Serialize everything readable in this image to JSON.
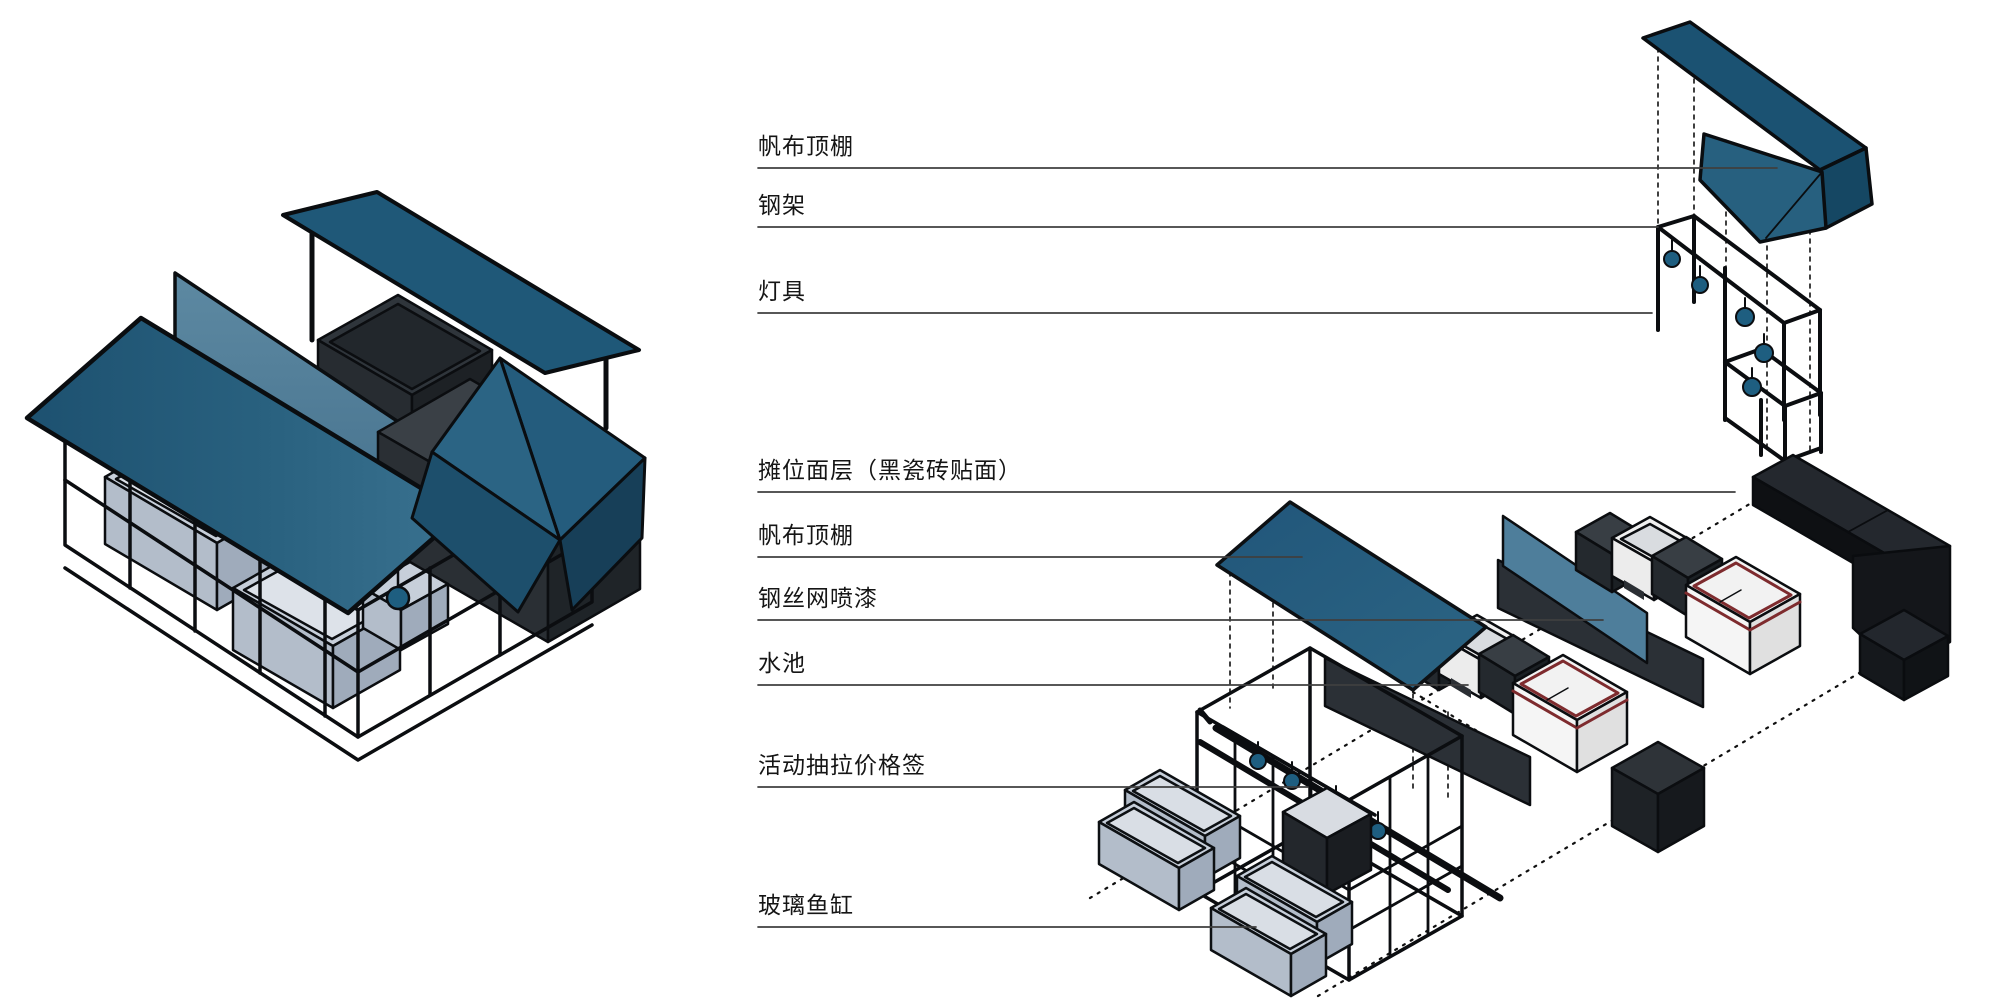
{
  "diagram": {
    "kind": "exploded-axonometric-diagram",
    "subject": "market fish stall components",
    "background": "#ffffff"
  },
  "labels": [
    {
      "id": "canvas-roof-top",
      "text": "帆布顶棚"
    },
    {
      "id": "steel-frame",
      "text": "钢架"
    },
    {
      "id": "lamps",
      "text": "灯具"
    },
    {
      "id": "stall-surface",
      "text": "摊位面层（黑瓷砖贴面）"
    },
    {
      "id": "canvas-roof-2",
      "text": "帆布顶棚"
    },
    {
      "id": "wire-mesh-paint",
      "text": "钢丝网喷漆"
    },
    {
      "id": "sink",
      "text": "水池"
    },
    {
      "id": "price-tag",
      "text": "活动抽拉价格签"
    },
    {
      "id": "glass-fish-tank",
      "text": "玻璃鱼缸"
    }
  ],
  "colors": {
    "canvas_blue_dark": "#1b5272",
    "canvas_blue": "#26607f",
    "mesh_blue": "#54809a",
    "steel_black": "#0b0d10",
    "panel_dark": "#2b3036",
    "counter_black": "#17191d",
    "tank_gray": "#c7cfda",
    "freezer_trim_red": "#7e2b2e",
    "lamp_blue": "#1e5e80",
    "leader_line": "#3f3f3f",
    "label_text": "#151515"
  }
}
